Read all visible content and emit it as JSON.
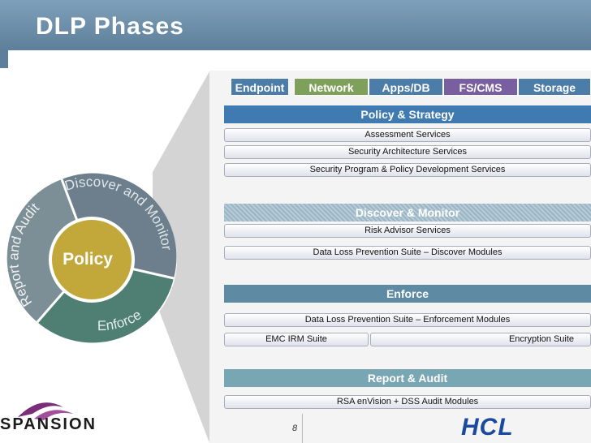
{
  "title": "DLP Phases",
  "columns": [
    "Endpoint",
    "Network",
    "Apps/DB",
    "FS/CMS",
    "Storage"
  ],
  "wheel": {
    "center": "Policy",
    "discover": "Discover and Monitor",
    "report": "Report and Audit",
    "enforce": "Enforce"
  },
  "phases": {
    "policy": {
      "header": "Policy & Strategy",
      "services": [
        "Assessment Services",
        "Security Architecture Services",
        "Security Program & Policy Development Services"
      ]
    },
    "discover": {
      "header": "Discover & Monitor",
      "services": [
        "Risk Advisor Services",
        "Data Loss Prevention Suite – Discover Modules"
      ]
    },
    "enforce": {
      "header": "Enforce",
      "services": [
        "Data Loss Prevention Suite – Enforcement Modules",
        "EMC IRM Suite",
        "Encryption Suite"
      ]
    },
    "report": {
      "header": "Report & Audit",
      "services": [
        "RSA enVision + DSS Audit Modules"
      ]
    }
  },
  "footer": {
    "page": "8",
    "logo_left": "SPANSION",
    "logo_right": "HCL"
  },
  "colors": {
    "title_bar": "#6c8ca6",
    "col_blue": "#4c7ca8",
    "col_green": "#7ea05a",
    "col_purple": "#7a5fa0",
    "policy": "#3f7ab0",
    "discover": "#9ab6c4",
    "enforce": "#5e8aa3",
    "report": "#79a6b3",
    "wheel_policy": "#c2a73a",
    "wheel_discover": "#6d7f8c",
    "wheel_enforce": "#4f7f73",
    "wheel_report": "#7c8f96"
  }
}
